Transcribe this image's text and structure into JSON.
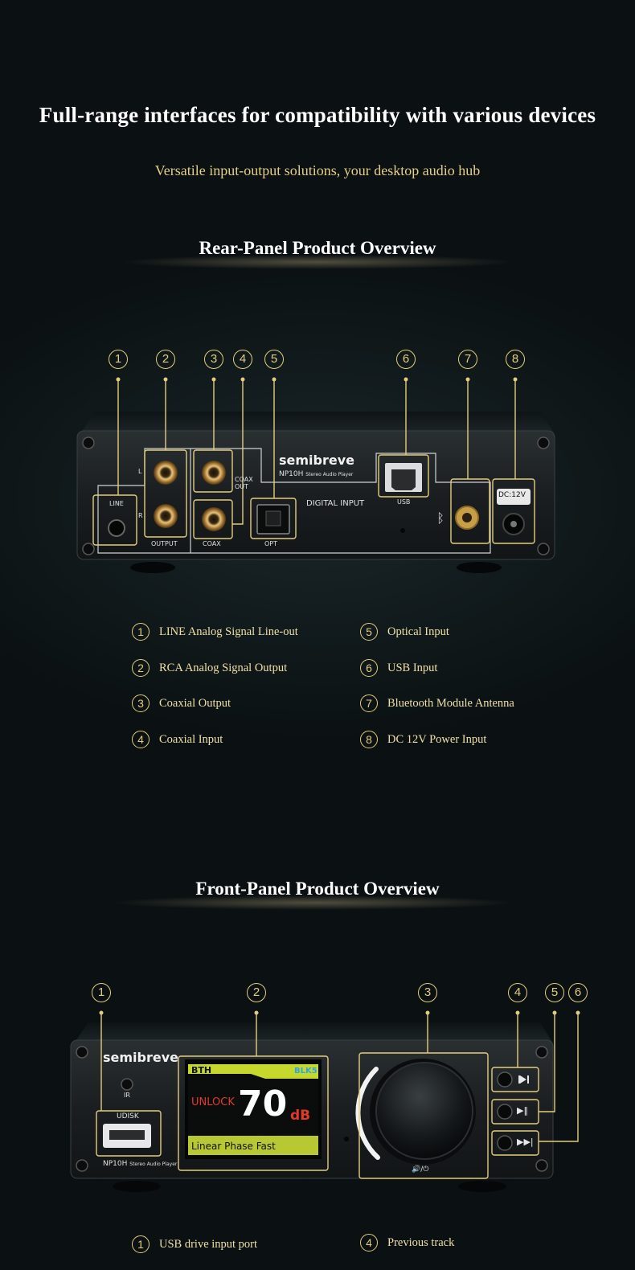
{
  "header": {
    "title": "Full-range interfaces for compatibility with various devices",
    "subtitle": "Versatile input-output solutions, your desktop audio hub"
  },
  "rear": {
    "title": "Rear-Panel Product Overview",
    "callouts": [
      "1",
      "2",
      "3",
      "4",
      "5",
      "6",
      "7",
      "8"
    ],
    "labels": {
      "brand": "semibreve",
      "model": "NP10H",
      "model_sub": "Stereo Audio Player",
      "line": "LINE",
      "left": "L",
      "right": "R",
      "output": "OUTPUT",
      "coax_out_1": "COAX",
      "coax_out_2": "OUT",
      "coax": "COAX",
      "opt": "OPT",
      "digital_input": "DIGITAL INPUT",
      "usb": "USB",
      "dc": "DC:12V"
    },
    "legend": [
      {
        "num": "1",
        "text": "LINE Analog Signal Line-out"
      },
      {
        "num": "2",
        "text": "RCA Analog Signal Output"
      },
      {
        "num": "3",
        "text": "Coaxial Output"
      },
      {
        "num": "4",
        "text": "Coaxial Input"
      },
      {
        "num": "5",
        "text": "Optical Input"
      },
      {
        "num": "6",
        "text": "USB Input"
      },
      {
        "num": "7",
        "text": "Bluetooth Module Antenna"
      },
      {
        "num": "8",
        "text": "DC 12V Power Input"
      }
    ]
  },
  "front": {
    "title": "Front-Panel Product Overview",
    "callouts": [
      "1",
      "2",
      "3",
      "4",
      "5",
      "6"
    ],
    "labels": {
      "brand": "semibreve",
      "ir": "IR",
      "udisk": "UDISK",
      "model": "NP10H",
      "model_sub": "Stereo Audio Player",
      "screen_source": "BTH",
      "screen_codec": "BLK5",
      "screen_status": "UNLOCK",
      "screen_volume": "70",
      "screen_unit": "dB",
      "screen_filter": "Linear Phase Fast",
      "knob_label": "🔊/⏻"
    },
    "legend": [
      {
        "num": "1",
        "text": "USB drive input port"
      },
      {
        "num": "4",
        "text": "Previous track"
      }
    ],
    "colors": {
      "screen_green": "#c6d82b",
      "screen_red": "#e23a2a",
      "screen_blue": "#2fa6e6"
    }
  },
  "accent_color": "#e3cd7d"
}
